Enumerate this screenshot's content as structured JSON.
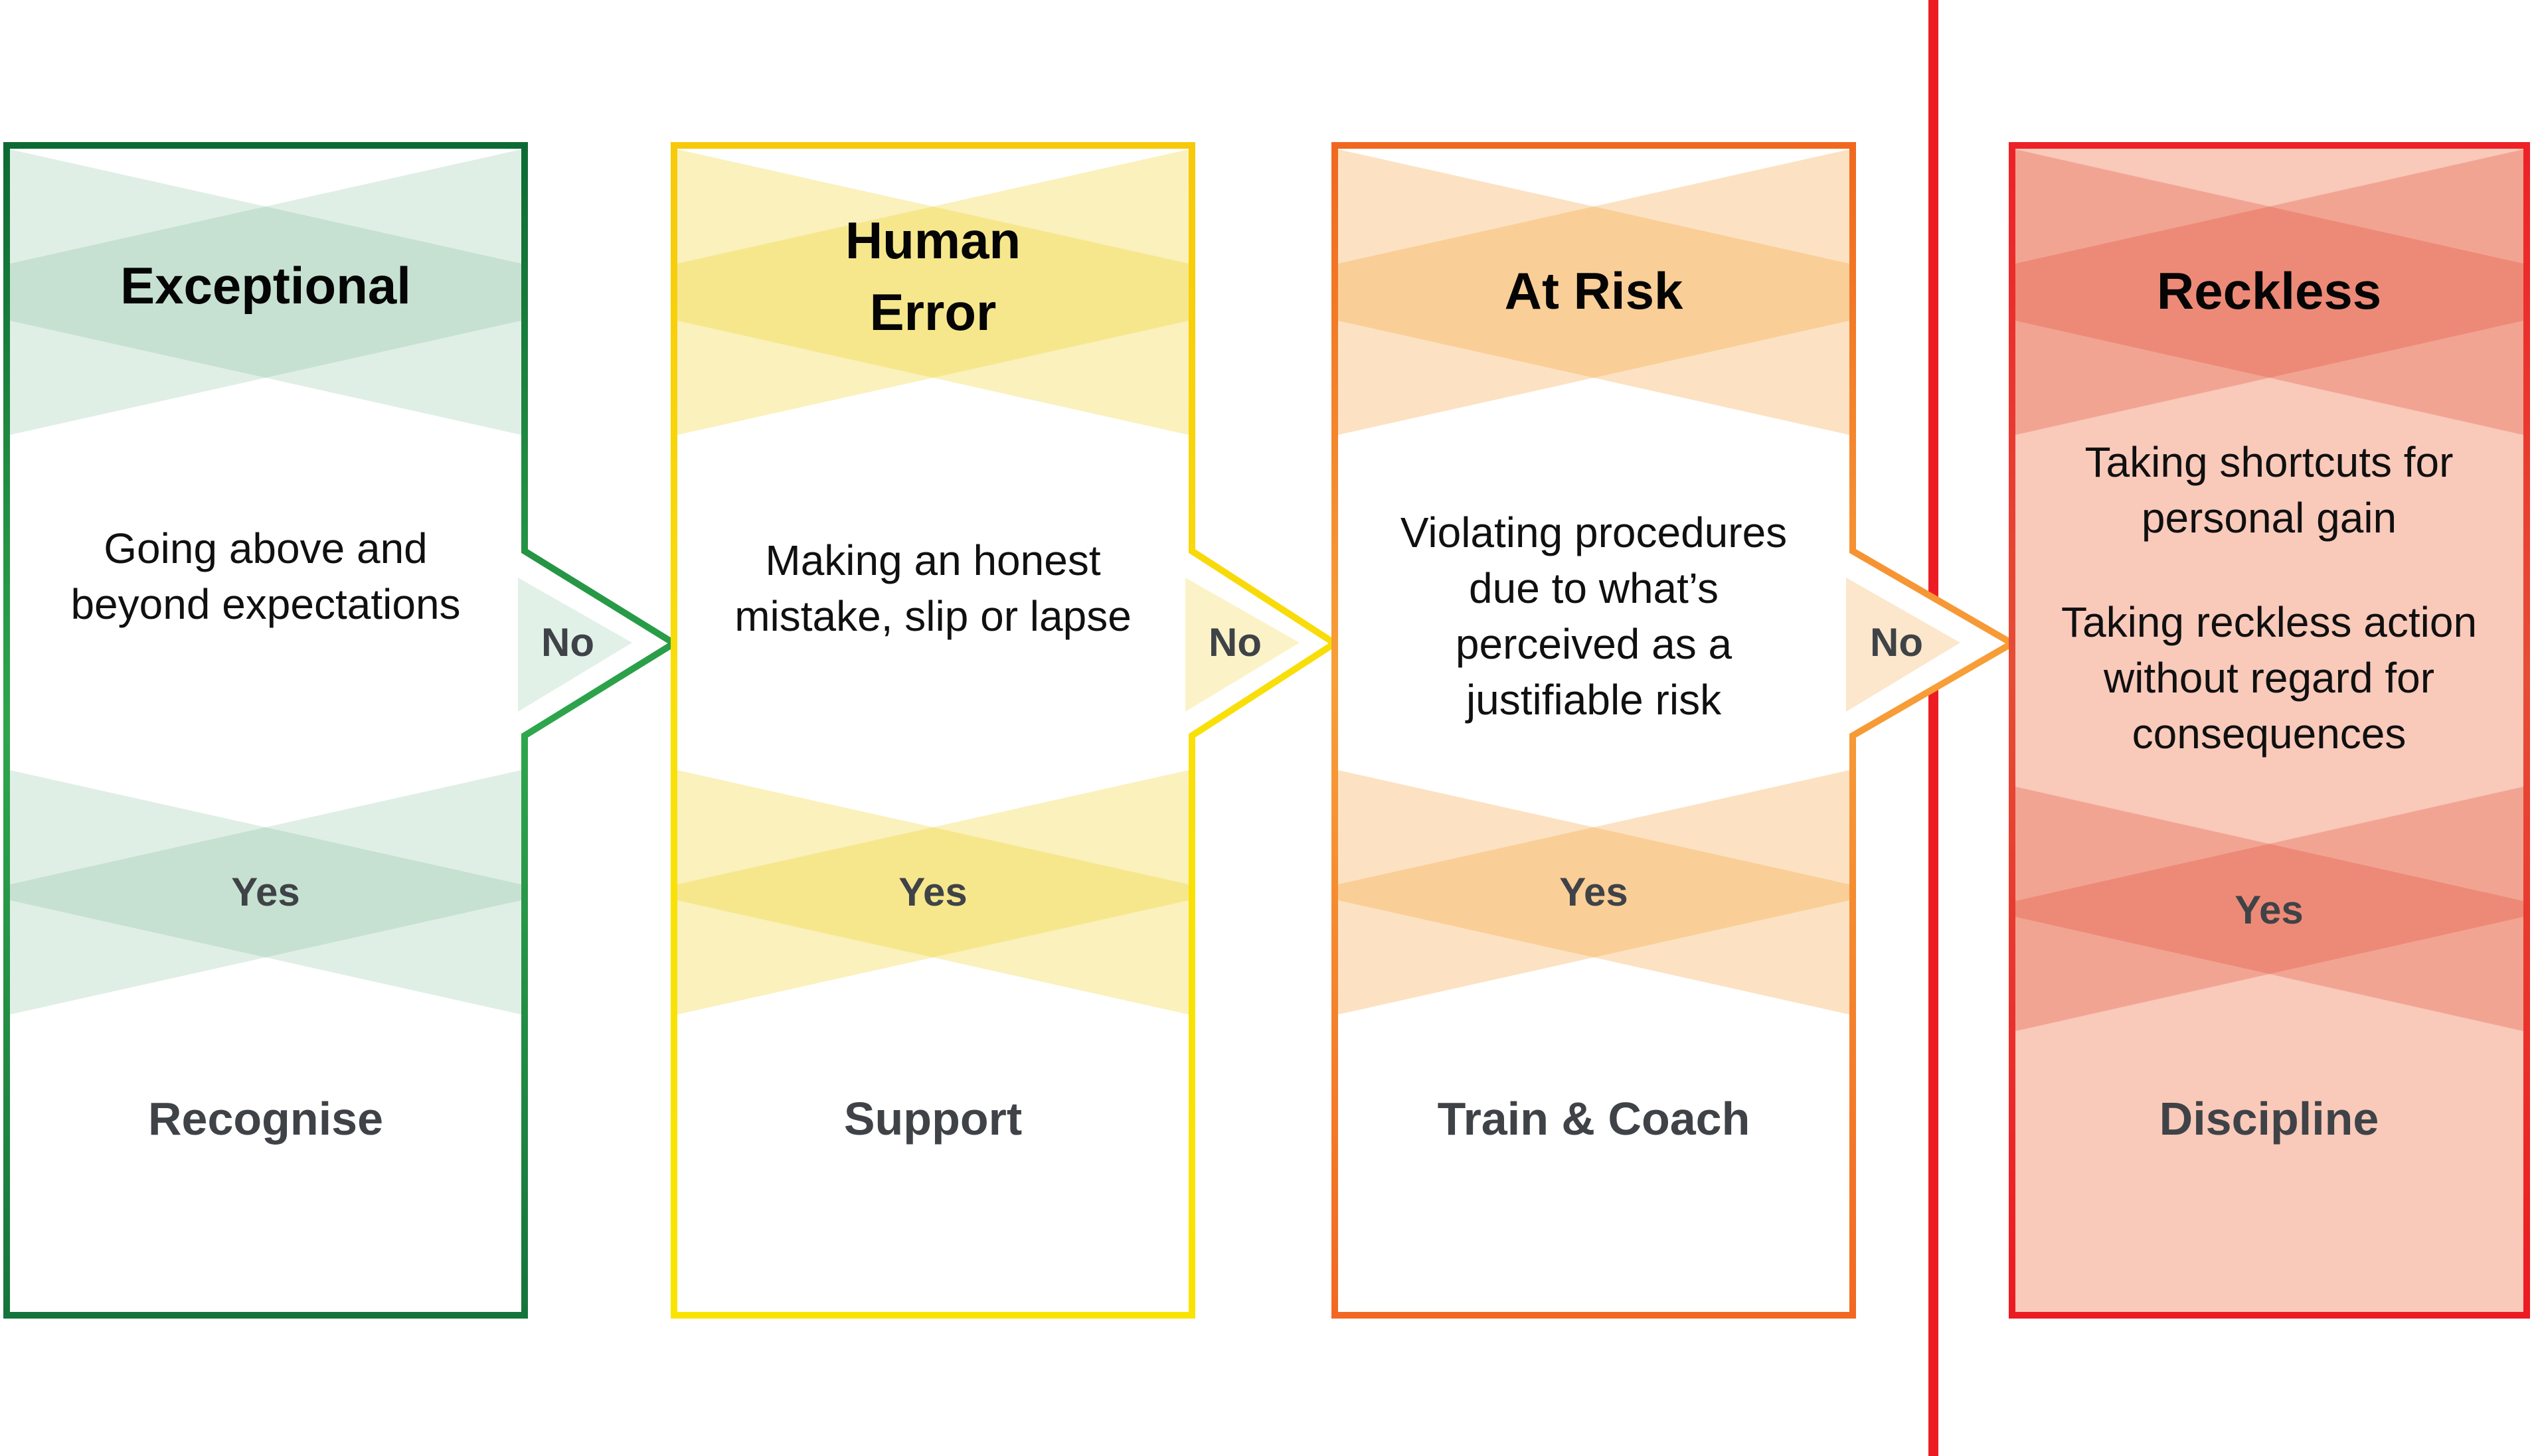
{
  "diagram": {
    "decision_labels": {
      "yes": "Yes",
      "no": "No"
    },
    "colors": {
      "green": "#1e8c43",
      "yellow": "#f8d409",
      "orange": "#f1861f",
      "red": "#ed1c24",
      "green_band": "#3f9e62",
      "yellow_band": "#f0d020",
      "orange_band": "#f59f35",
      "salmon_band": "#e05138",
      "reckless_fill": "#f9c9ba",
      "gray_text": "#3f4347"
    },
    "columns": [
      {
        "title": "Exceptional",
        "description": "Going above and\nbeyond expectations",
        "yes_label": "Yes",
        "no_label": "No",
        "action": "Recognise"
      },
      {
        "title": "Human\nError",
        "description": "Making an honest\nmistake, slip or lapse",
        "yes_label": "Yes",
        "no_label": "No",
        "action": "Support"
      },
      {
        "title": "At Risk",
        "description": "Violating procedures\ndue to what’s\nperceived as a\njustifiable risk",
        "yes_label": "Yes",
        "no_label": "No",
        "action": "Train & Coach"
      },
      {
        "title": "Reckless",
        "description": "Taking shortcuts for\npersonal gain",
        "description2": "Taking reckless action\nwithout regard for\nconsequences",
        "yes_label": "Yes",
        "action": "Discipline"
      }
    ]
  }
}
